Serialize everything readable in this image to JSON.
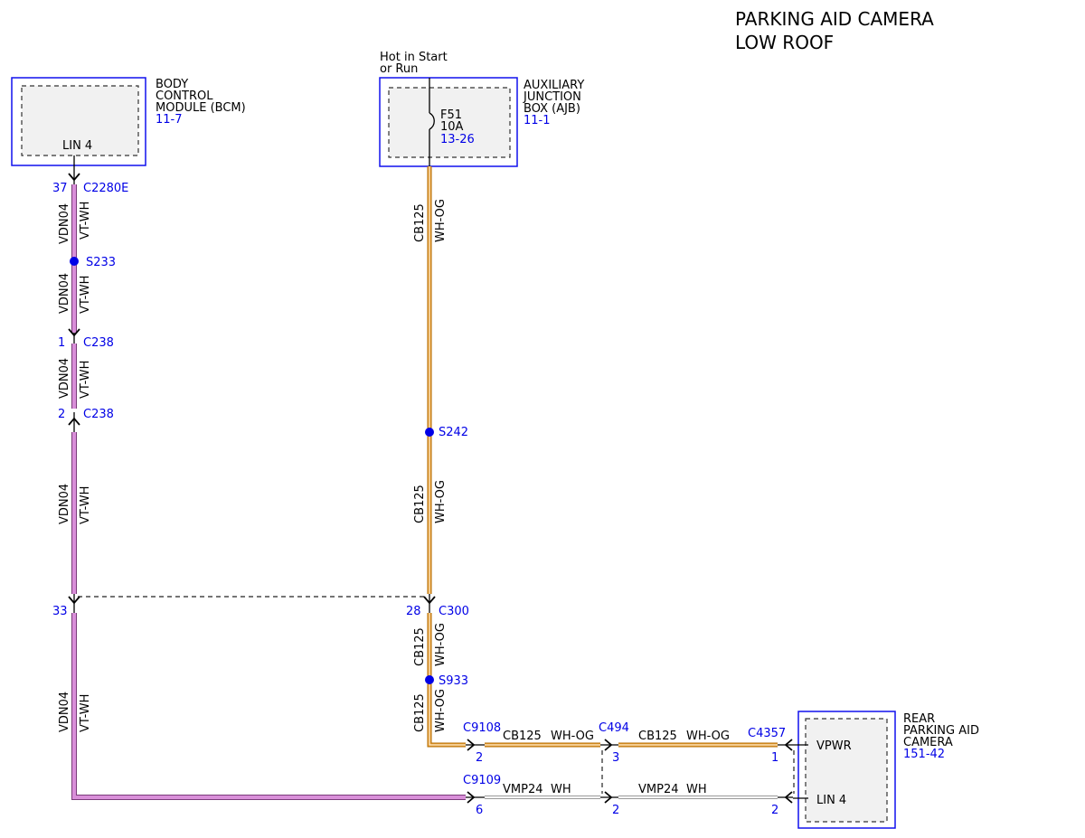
{
  "title": {
    "line1": "PARKING AID CAMERA",
    "line2": "LOW ROOF"
  },
  "colors": {
    "vt_wh_wire": "#d98fd9",
    "wh_og_wire": "#e8a23a",
    "wh_wire": "#9a9a9a",
    "reference_blue": "#0000e6",
    "component_border": "#1010ee"
  },
  "components": {
    "bcm": {
      "name_lines": [
        "BODY",
        "CONTROL",
        "MODULE (BCM)"
      ],
      "ref": "11-7",
      "pin": "LIN 4"
    },
    "ajb": {
      "name_lines": [
        "AUXILIARY",
        "JUNCTION",
        "BOX (AJB)"
      ],
      "ref": "11-1",
      "fuse": "F51",
      "rating": "10A",
      "fuse_ref": "13-26",
      "supply_lines": [
        "Hot in Start",
        "or Run"
      ]
    },
    "camera": {
      "name_lines": [
        "REAR",
        "PARKING AID",
        "CAMERA"
      ],
      "ref": "151-42",
      "pin1": "VPWR",
      "pin2": "LIN 4"
    }
  },
  "connectors": {
    "c2280e": {
      "name": "C2280E",
      "pin": "37"
    },
    "c238_a": {
      "name": "C238",
      "pin": "1"
    },
    "c238_b": {
      "name": "C238",
      "pin": "2"
    },
    "c300_left_pin": "33",
    "c300": {
      "name": "C300",
      "pin": "28"
    },
    "c9108": {
      "name": "C9108",
      "pin": "2"
    },
    "c9109": {
      "name": "C9109",
      "pin": "6"
    },
    "c494": {
      "name": "C494",
      "pin_top": "3",
      "pin_bottom": "2"
    },
    "c4357": {
      "name": "C4357",
      "pin_top": "1",
      "pin_bottom": "2"
    }
  },
  "splices": {
    "s233": "S233",
    "s242": "S242",
    "s933": "S933"
  },
  "wires": {
    "lin": {
      "circuit": "VDN04",
      "color": "VT-WH"
    },
    "power": {
      "circuit": "CB125",
      "color": "WH-OG"
    },
    "vmp": {
      "circuit": "VMP24",
      "color": "WH"
    }
  }
}
